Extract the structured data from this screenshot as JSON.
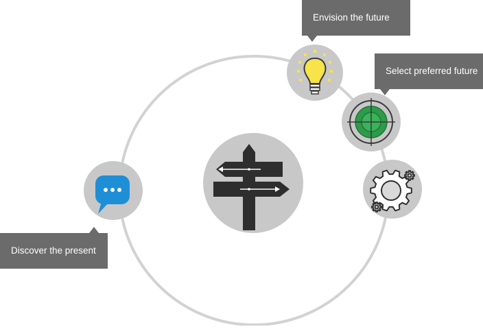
{
  "diagram": {
    "center_icon": "signpost-icon",
    "ring_color": "#d2d2d2",
    "node_fill": "#c8c8c8",
    "nodes": [
      {
        "key": "discover",
        "label": "Discover the present",
        "icon": "speech-bubble-icon",
        "accent": "#1e8fd6"
      },
      {
        "key": "envision",
        "label": "Envision the future",
        "icon": "lightbulb-icon",
        "accent": "#f7e34a"
      },
      {
        "key": "select",
        "label": "Select preferred future",
        "icon": "target-icon",
        "accent": "#2e9a4a"
      },
      {
        "key": "implement",
        "label": "",
        "icon": "gears-icon",
        "accent": "#d9d9d9"
      }
    ]
  }
}
